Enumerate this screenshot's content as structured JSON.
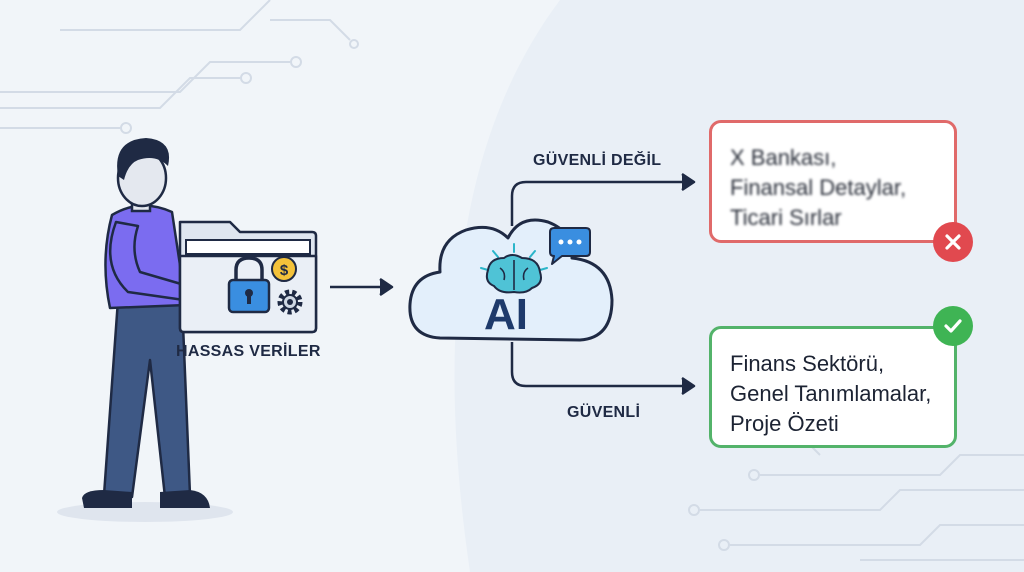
{
  "folder": {
    "label": "HASSAS VERİLER"
  },
  "cloud": {
    "label": "AI"
  },
  "routes": {
    "unsafe_label": "GÜVENLİ DEĞİL",
    "safe_label": "GÜVENLİ"
  },
  "unsafe_card": {
    "lines": [
      "X Bankası,",
      "Finansal Detaylar,",
      "Ticari Sırlar"
    ],
    "status_icon": "x-icon",
    "accent": "#e1494f"
  },
  "safe_card": {
    "lines": [
      "Finans Sektörü,",
      "Genel Tanımlamalar,",
      "Proje Özeti"
    ],
    "status_icon": "check-icon",
    "accent": "#3fb454"
  },
  "colors": {
    "navy": "#1f2a44",
    "person_shirt": "#7b6cf0",
    "person_pants": "#3e5885",
    "ai_blue": "#1e3a6b",
    "brain_teal": "#2bb5c9"
  }
}
